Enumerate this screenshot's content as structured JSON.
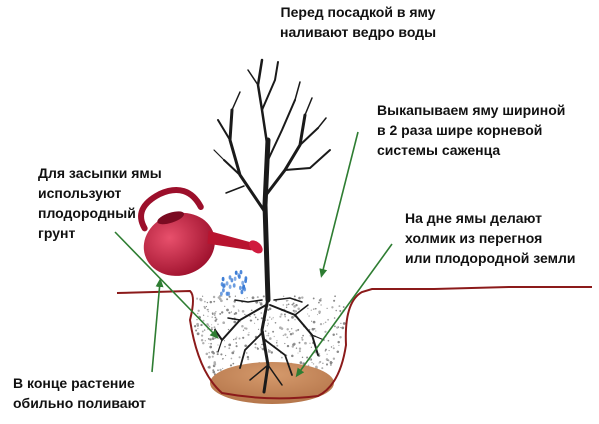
{
  "labels": {
    "top": [
      "Перед посадкой в яму",
      "наливают ведро воды"
    ],
    "right_top": [
      "Выкапываем яму шириной",
      "в 2 раза шире корневой",
      "системы саженца"
    ],
    "left_top": [
      "Для засыпки ямы",
      "используют",
      "плодородный",
      "грунт"
    ],
    "right_mid": [
      "На дне ямы делают",
      "холмик из перегноя",
      "или плодородной земли"
    ],
    "left_bottom": [
      "В конце растение",
      "обильно поливают"
    ]
  },
  "colors": {
    "soil_line": "#8b1a1a",
    "arrow": "#2e7d32",
    "mound": "#c9895b",
    "can": "#c2183a",
    "tree": "#1a1a1a",
    "water": "#3a7bd5"
  }
}
